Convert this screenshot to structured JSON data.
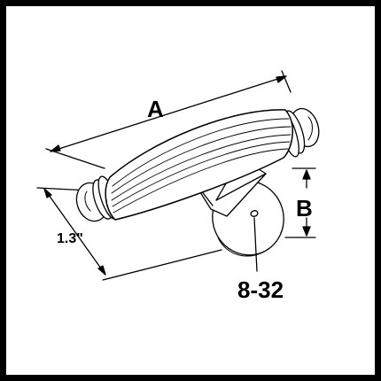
{
  "diagram": {
    "label_length": "A",
    "label_width": "B",
    "label_height": "1.3\"",
    "label_thread": "8-32"
  },
  "colors": {
    "stroke": "#000000",
    "background": "#ffffff",
    "frame": "#000000"
  }
}
